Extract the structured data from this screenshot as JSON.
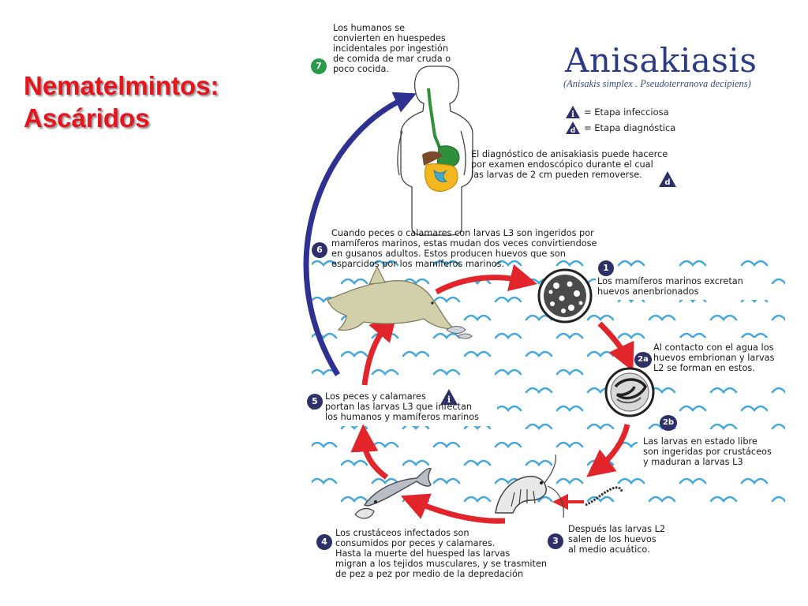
{
  "slide": {
    "title_line1": "Nematelmintos:",
    "title_line2": "Ascáridos"
  },
  "brand": {
    "title": "Anisakiasis",
    "subtitle": "(Anisakis simplex . Pseudoterranova decipiens)"
  },
  "legend": {
    "infective_symbol": "i",
    "infective_label": "= Etapa infecciosa",
    "diagnostic_symbol": "d",
    "diagnostic_label": "= Etapa diagnóstica"
  },
  "diagnosis_note": {
    "lines": [
      "El diagnóstico de anisakiasis puede hacerce",
      "por examen endoscópico durante el cual",
      "las larvas de 2 cm pueden removerse."
    ],
    "symbol": "d"
  },
  "stages": {
    "s7": {
      "number": "7",
      "lines": [
        "Los humanos se",
        "convierten en huespedes",
        "incidentales por ingestión",
        "de comida de mar cruda o",
        "poco cocida."
      ]
    },
    "s6": {
      "number": "6",
      "lines": [
        "Cuando peces o calamares con larvas L3 son ingeridos por",
        "mamíferos marinos, estas mudan dos veces convirtiendose",
        "en gusanos adultos. Estos producen huevos que son",
        "esparcidos por los mamíferos marinos."
      ]
    },
    "s1": {
      "number": "1",
      "lines": [
        "Los mamíferos marinos excretan",
        "huevos anenbrionados"
      ]
    },
    "s2a": {
      "number": "2a",
      "lines": [
        "Al contacto con el agua los",
        "huevos embrionan y larvas",
        "L2 se forman en estos."
      ]
    },
    "s2b": {
      "number": "2b",
      "lines": [
        "Las larvas en estado libre",
        "son ingeridas por crustáceos",
        "y maduran a larvas L3"
      ]
    },
    "s3": {
      "number": "3",
      "lines": [
        "Después las larvas L2",
        "salen de los huevos",
        "al medio acuático."
      ]
    },
    "s4": {
      "number": "4",
      "lines": [
        "Los crustáceos infectados son",
        "consumidos por peces y calamares.",
        "Hasta la muerte del huesped las larvas",
        "migran a los tejidos musculares, y se trasmiten",
        "de pez a pez por medio de la depredación"
      ]
    },
    "s5": {
      "number": "5",
      "lines": [
        "Los peces y calamares",
        "portan las larvas L3 que infectan",
        "los humanos y mamíferos marinos"
      ],
      "symbol": "i"
    }
  },
  "colors": {
    "title_red": "#e8141c",
    "brand_blue": "#2b3b86",
    "cycle_red": "#e2252b",
    "human_arrow_navy": "#2e3192",
    "water_blue": "#3aa3dc",
    "badge_navy": "#2e3169",
    "badge_green": "#2b9a48"
  }
}
